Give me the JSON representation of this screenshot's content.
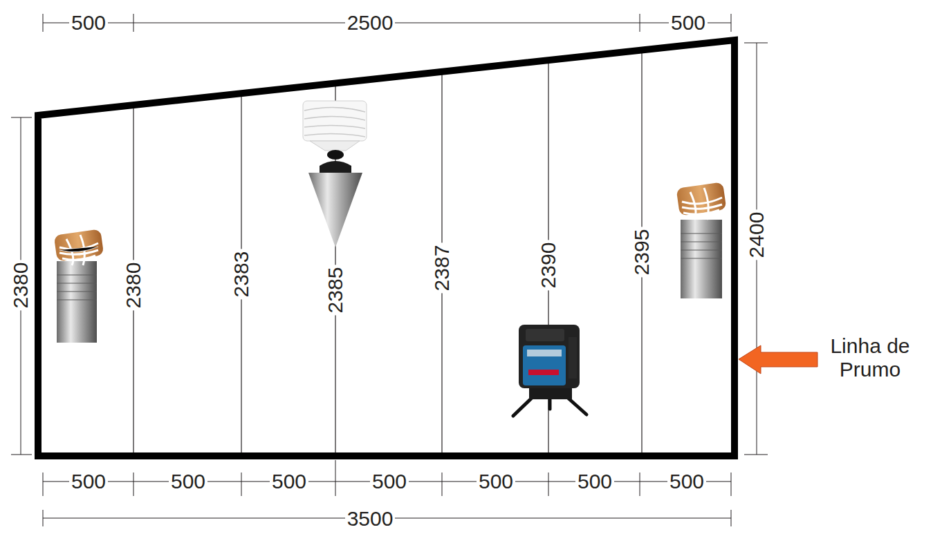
{
  "diagram": {
    "labels": [
      "500",
      "2500",
      "500",
      "2380",
      "2380",
      "2383",
      "2385",
      "2387",
      "2390",
      "2395",
      "2400",
      "Linha de Prumo",
      "500",
      "500",
      "500",
      "500",
      "500",
      "500",
      "500",
      "3500"
    ]
  }
}
